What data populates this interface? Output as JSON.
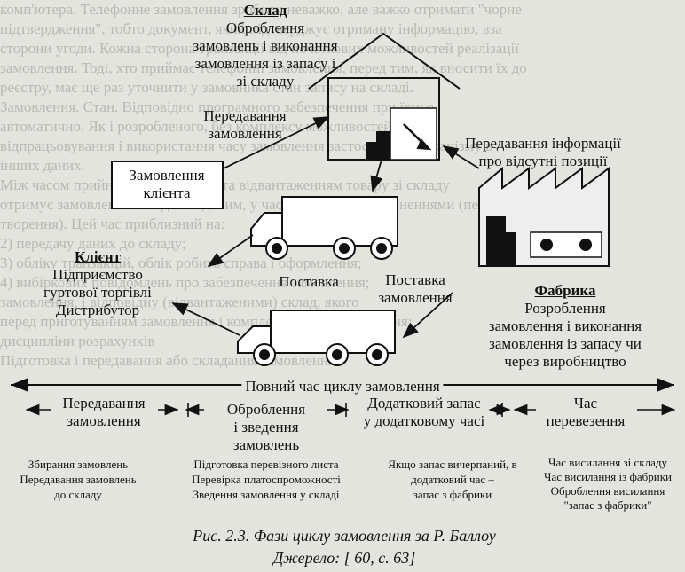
{
  "background_text": [
    "комп'ютера. Телефонне замовлення зробити неважко, але важко отримати \"чорне",
    "підтвердження\", тобто документ, який підтверджує отриману інформацію, вза",
    "сторони угоди. Кожна сторона транзакції від початкових можливостей реалізації",
    "замовлення. Тоді, хто приймає телефонні замовлення, перед тим, як вносити їх до",
    "реєстру, має ще раз уточнити у замовника стан запису на складі.",
    "",
    "",
    "Замовлення. Стан. Відповідно програмного забезпечення при їхньо",
    "автоматично. Як і розробленого, без комплексу можливостей іншим",
    "відпрацьовування і використання часу замовлення застосування механізму в",
    "інших даних.",
    "",
    "Між часом прийняття замовлення та відвантаженням товару зі складу",
    "отримує замовлення швидко виданим, у часі, визначеному зміненнями (пере-",
    "творення). Цей час приблизний на:",
    "",
    "",
    "",
    "2) передачу даних до складу;",
    "3) обліку транзакцій, облік робить справа і оформлення;",
    "4) вибіркових повідомлень про забезпечення замовлення;",
    "замовлення, і відповідну (відвантаженими) склад, якого",
    "перед приготуванням замовлення і комплектування замовлення;",
    "",
    "",
    "",
    "дисципліни розрахунків",
    "",
    "",
    "Підготовка і передавання або складання замовлення"
  ],
  "labels": {
    "warehouse_title": "Склад",
    "warehouse_desc": [
      "Оброблення",
      "замовлень і виконання",
      "замовлення із запасу і",
      "зі складу"
    ],
    "order_transmission": [
      "Передавання",
      "замовлення"
    ],
    "missing_items_info": [
      "Передавання інформації",
      "про відсутні позиції"
    ],
    "customer_order": [
      "Замовлення",
      "клієнта"
    ],
    "client_title": "Клієнт",
    "client_desc": [
      "Підприємство",
      "гуртової торгівлі",
      "Дистрибутор"
    ],
    "delivery": "Поставка",
    "order_delivery": [
      "Поставка",
      "замовлення"
    ],
    "factory_title": "Фабрика",
    "factory_desc": [
      "Розроблення",
      "замовлення і виконання",
      "замовлення із запасу чи",
      "через виробництво"
    ]
  },
  "timeline": {
    "total_label": "Повний час циклу замовлення",
    "phases": [
      {
        "name": [
          "Передавання",
          "замовлення"
        ],
        "details": [
          "Збирання замовлень",
          "Передавання замовлень",
          "до складу"
        ]
      },
      {
        "name": [
          "Оброблення",
          "і зведення",
          "замовлень"
        ],
        "details": [
          "Підготовка перевізного листа",
          "Перевірка платоспроможності",
          "Зведення замовлення у складі"
        ]
      },
      {
        "name": [
          "Додатковий запас",
          "у додатковому часі"
        ],
        "details": [
          "Якщо запас вичерпаний, в",
          "додатковий час –",
          "запас з фабрики"
        ]
      },
      {
        "name": [
          "Час",
          "перевезення"
        ],
        "details": [
          "Час висилання зі складу",
          "Час висилання із фабрики",
          "Оброблення висилання",
          "\"запас з фабрики\""
        ]
      }
    ]
  },
  "caption": {
    "title": "Рис. 2.3. Фази циклу замовлення за Р. Баллоу",
    "source": "Джерело:  [ 60, с. 63]"
  }
}
